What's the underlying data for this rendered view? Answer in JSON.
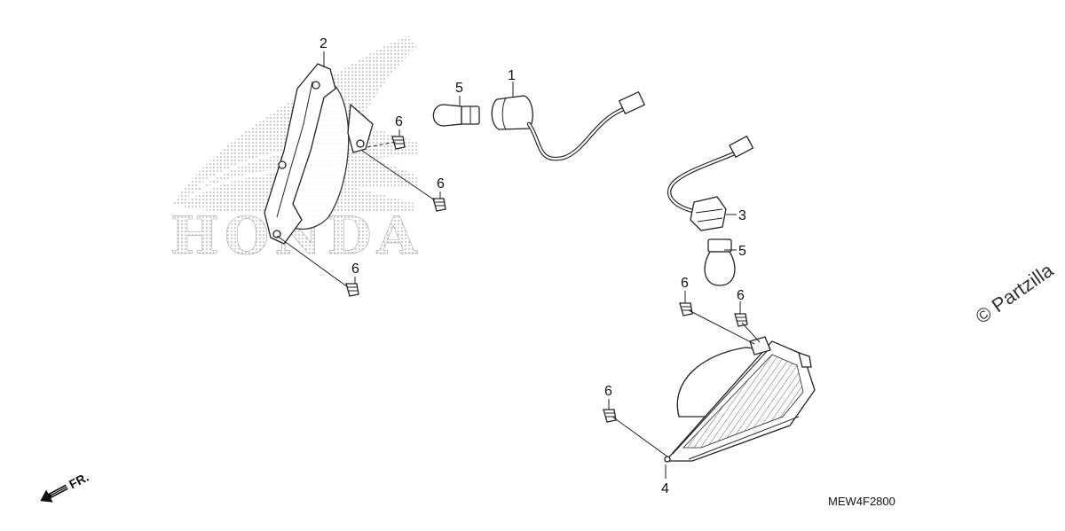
{
  "diagram": {
    "callouts": {
      "c1": "1",
      "c2": "2",
      "c3": "3",
      "c4": "4",
      "c5a": "5",
      "c5b": "5",
      "c6a": "6",
      "c6b": "6",
      "c6c": "6",
      "c6d": "6",
      "c6e": "6",
      "c6f": "6"
    },
    "diagram_code": "MEW4F2800",
    "watermark": "© Partzilla",
    "direction_label": "FR.",
    "logo_text": "HONDA"
  }
}
